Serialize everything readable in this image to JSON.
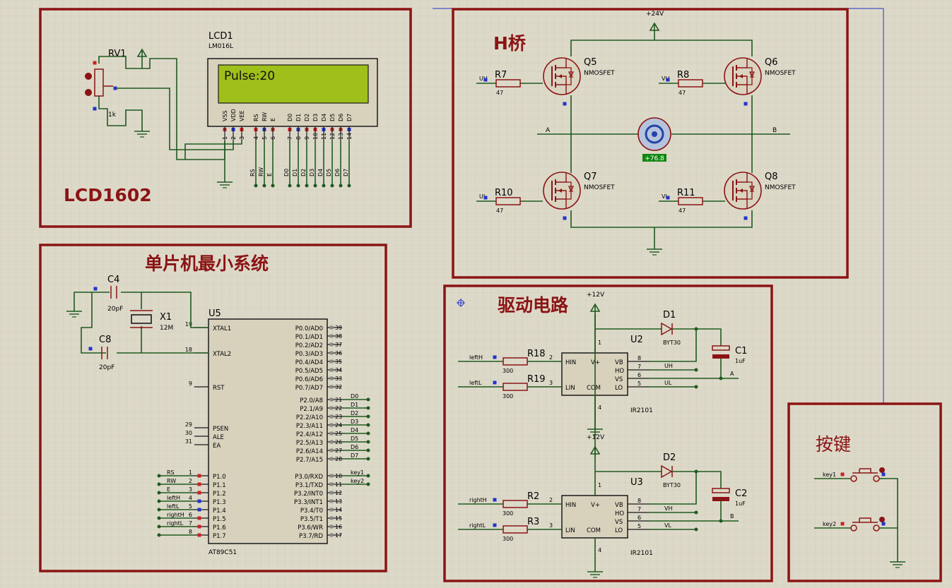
{
  "sections": {
    "lcd": "LCD1602",
    "hbridge": "H桥",
    "mcu": "单片机最小系统",
    "driver": "驱动电路",
    "keys": "按键"
  },
  "lcd": {
    "ref": "LCD1",
    "model": "LM016L",
    "display": "Pulse:20",
    "top_pins": [
      "VSS",
      "VDD",
      "VEE",
      "RS",
      "RW",
      "E",
      "D0",
      "D1",
      "D2",
      "D3",
      "D4",
      "D5",
      "D6",
      "D7"
    ],
    "pin_nums": [
      "1",
      "2",
      "3",
      "4",
      "5",
      "6",
      "7",
      "8",
      "9",
      "10",
      "11",
      "12",
      "13",
      "14"
    ],
    "bus_labels": [
      "RS",
      "RW",
      "E",
      "D0",
      "D1",
      "D2",
      "D3",
      "D4",
      "D5",
      "D6",
      "D7"
    ],
    "pot_ref": "RV1",
    "pot_val": "1k"
  },
  "hbridge": {
    "supply": "+24V",
    "motor_speed": "+76.8",
    "node_a": "A",
    "node_b": "B",
    "fets": [
      {
        "ref": "Q5",
        "type": "NMOSFET"
      },
      {
        "ref": "Q6",
        "type": "NMOSFET"
      },
      {
        "ref": "Q7",
        "type": "NMOSFET"
      },
      {
        "ref": "Q8",
        "type": "NMOSFET"
      }
    ],
    "resistors": [
      {
        "ref": "R7",
        "val": "47",
        "net": "UH"
      },
      {
        "ref": "R8",
        "val": "47",
        "net": "VH"
      },
      {
        "ref": "R10",
        "val": "47",
        "net": "UL"
      },
      {
        "ref": "R11",
        "val": "47",
        "net": "VL"
      }
    ]
  },
  "mcu": {
    "ref": "U5",
    "model": "AT89C51",
    "c4": {
      "ref": "C4",
      "val": "20pF"
    },
    "c8": {
      "ref": "C8",
      "val": "20pF"
    },
    "xtal": {
      "ref": "X1",
      "val": "12M"
    },
    "left_pins": [
      {
        "num": "19",
        "name": "XTAL1"
      },
      {
        "num": "18",
        "name": "XTAL2"
      },
      {
        "num": "9",
        "name": "RST"
      },
      {
        "num": "29",
        "name": "PSEN"
      },
      {
        "num": "30",
        "name": "ALE"
      },
      {
        "num": "31",
        "name": "EA"
      },
      {
        "num": "1",
        "name": "P1.0",
        "net": "RS"
      },
      {
        "num": "2",
        "name": "P1.1",
        "net": "RW"
      },
      {
        "num": "3",
        "name": "P1.2",
        "net": "E"
      },
      {
        "num": "4",
        "name": "P1.3",
        "net": "leftH"
      },
      {
        "num": "5",
        "name": "P1.4",
        "net": "leftL"
      },
      {
        "num": "6",
        "name": "P1.5",
        "net": "rightH"
      },
      {
        "num": "7",
        "name": "P1.6",
        "net": "rightL"
      },
      {
        "num": "8",
        "name": "P1.7",
        "net": ""
      }
    ],
    "right_pins": [
      {
        "num": "39",
        "name": "P0.0/AD0",
        "net": ""
      },
      {
        "num": "38",
        "name": "P0.1/AD1",
        "net": ""
      },
      {
        "num": "37",
        "name": "P0.2/AD2",
        "net": ""
      },
      {
        "num": "36",
        "name": "P0.3/AD3",
        "net": ""
      },
      {
        "num": "35",
        "name": "P0.4/AD4",
        "net": ""
      },
      {
        "num": "34",
        "name": "P0.5/AD5",
        "net": ""
      },
      {
        "num": "33",
        "name": "P0.6/AD6",
        "net": ""
      },
      {
        "num": "32",
        "name": "P0.7/AD7",
        "net": ""
      },
      {
        "num": "21",
        "name": "P2.0/A8",
        "net": "D0"
      },
      {
        "num": "22",
        "name": "P2.1/A9",
        "net": "D1"
      },
      {
        "num": "23",
        "name": "P2.2/A10",
        "net": "D2"
      },
      {
        "num": "24",
        "name": "P2.3/A11",
        "net": "D3"
      },
      {
        "num": "25",
        "name": "P2.4/A12",
        "net": "D4"
      },
      {
        "num": "26",
        "name": "P2.5/A13",
        "net": "D5"
      },
      {
        "num": "27",
        "name": "P2.6/A14",
        "net": "D6"
      },
      {
        "num": "28",
        "name": "P2.7/A15",
        "net": "D7"
      },
      {
        "num": "10",
        "name": "P3.0/RXD",
        "net": "key1"
      },
      {
        "num": "11",
        "name": "P3.1/TXD",
        "net": "key2"
      },
      {
        "num": "12",
        "name": "P3.2/INT0",
        "net": ""
      },
      {
        "num": "13",
        "name": "P3.3/INT1",
        "net": ""
      },
      {
        "num": "14",
        "name": "P3.4/T0",
        "net": ""
      },
      {
        "num": "15",
        "name": "P3.5/T1",
        "net": ""
      },
      {
        "num": "16",
        "name": "P3.6/WR",
        "net": ""
      },
      {
        "num": "17",
        "name": "P3.7/RD",
        "net": ""
      }
    ]
  },
  "driver": {
    "supply": "+12V",
    "ics": [
      {
        "ref": "U2",
        "model": "IR2101",
        "in_h": "leftH",
        "in_l": "leftL",
        "rh": {
          "ref": "R18",
          "val": "300"
        },
        "rl": {
          "ref": "R19",
          "val": "300"
        },
        "diode": "D1",
        "diode_model": "BYT30",
        "cap": "C1",
        "cap_val": "1uF",
        "out_h": "UH",
        "out_l": "UL",
        "vs": "A"
      },
      {
        "ref": "U3",
        "model": "IR2101",
        "in_h": "rightH",
        "in_l": "rightL",
        "rh": {
          "ref": "R2",
          "val": "300"
        },
        "rl": {
          "ref": "R3",
          "val": "300"
        },
        "diode": "D2",
        "diode_model": "BYT30",
        "cap": "C2",
        "cap_val": "1uF",
        "out_h": "VH",
        "out_l": "VL",
        "vs": "B"
      }
    ],
    "pins_left": [
      {
        "num": "2",
        "name": "HIN"
      },
      {
        "num": "3",
        "name": "LIN"
      }
    ],
    "pins_top": [
      {
        "num": "1",
        "name": "V+"
      }
    ],
    "pins_bottom": [
      {
        "num": "4",
        "name": "COM"
      }
    ],
    "pins_right": [
      {
        "num": "8",
        "name": "VB"
      },
      {
        "num": "7",
        "name": "HO"
      },
      {
        "num": "6",
        "name": "VS"
      },
      {
        "num": "5",
        "name": "LO"
      }
    ]
  },
  "keys": {
    "items": [
      {
        "label": "key1"
      },
      {
        "label": "key2"
      }
    ]
  }
}
